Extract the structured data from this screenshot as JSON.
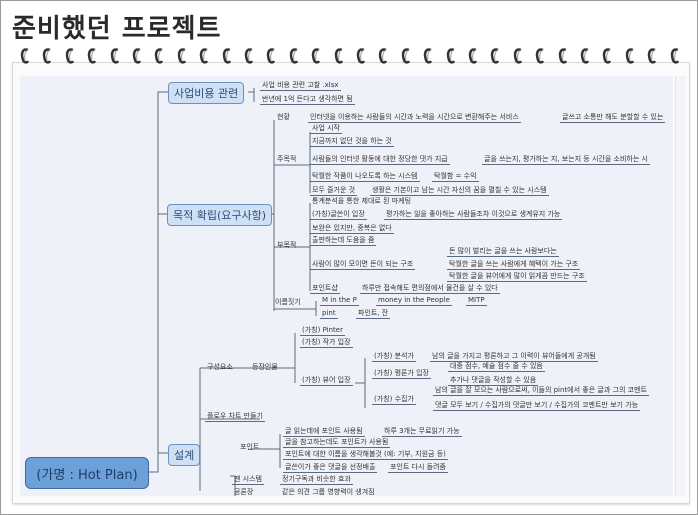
{
  "page": {
    "title": "준비했던 프로젝트"
  },
  "mindmap": {
    "root": "(가명 : Hot Plan)",
    "main_nodes": [
      "사업비용 관련",
      "목적 확립(요구사항)",
      "설계"
    ],
    "nodes": [
      "사업 비용 관련 고찰 .xlsx",
      "반년에 1억 든다고 생각하면 됨",
      "현황",
      "인터넷을 이용하는 사람들의 시간과 노력을 시간으로 변환해주는 서비스",
      "글쓰고 소통만 해도 분할할 수 있는",
      "주목적",
      "사업 시작",
      "지금까지 없던 것을 하는 것",
      "사람들의 인터넷 활동에 대한 정당한 댓가 지급",
      "글을 쓰는지, 평가하는 지, 보는지 등 시간을 소비하는 시",
      "탁월한 작품이 나오도록 하는 시스템",
      "탁월함 = 수익",
      "모두 즐거운 것",
      "생활은 기본이고 남는 시간 자신의 꿈을 펼칠 수 있는 시스템",
      "통계분석을 통한 제대로 된 마케팅",
      "(가칭)글쓴이 입장",
      "평가하는 일을 좋아하는 사람들조차 이것으로 생계유지 가능",
      "보완은 있지만, 중복은 없다",
      "출판하는데 도움을 줌",
      "부목적",
      "사람이 많이 모이면 돈이 되는 구조",
      "돈 많이 벌리는 글을 쓰는 사람보다는",
      "탁월한 글을 쓰는 사람에게 혜택이 가는 구조",
      "탁월한 글을 뷰어에게 많이 읽게끔 만드는 구조",
      "포인트샵",
      "하루만 접속해도 편의점에서 물건을 살 수 있다",
      "이름짓기",
      "M in the P",
      "money in the People",
      "MITP",
      "pint",
      "파인트, 잔",
      "(가칭) Pinter",
      "(가칭) 작가 입장",
      "구성요소",
      "등장인물",
      "(가칭) 뷰어 입장",
      "(가칭) 분석가",
      "남의 글을 가지고 평론하고 그 이력이 뷰어들에게 공개됨",
      "(가칭) 평론가 입장",
      "대중 점수, 예술 점수 줄 수 있음",
      "추가나 댓글을 작성할 수 있음",
      "(가칭) 수집가",
      "남의 글을 잘 모으는 사람으로써, 이들의 pint에서 좋은 글과 그의 코멘트",
      "댓글 모두 보기 / 수집가의 댓글만 보기 / 수집가의 코멘트만 보기 가능",
      "플로우 차트 만들기",
      "글 읽는데에 포인트 사용됨",
      "하루 3개는 무료읽기 가능",
      "글을 참고하는데도 포인트가 사용됨",
      "포인트",
      "포인트에 대한 이름을 생각해볼것 (예: 기부, 지원금 등)",
      "글쓴이가 좋은 댓글을 선정배출",
      "포인트 다시 돌려줌",
      "팬 시스템",
      "정기구독과 비슷한 효과",
      "공론장",
      "같은 의견 그룹 영향력이 생겨짐"
    ]
  },
  "colors": {
    "node_fill": "#cfe0f5",
    "root_fill": "#6d9fd8",
    "line": "#5a6a80"
  }
}
